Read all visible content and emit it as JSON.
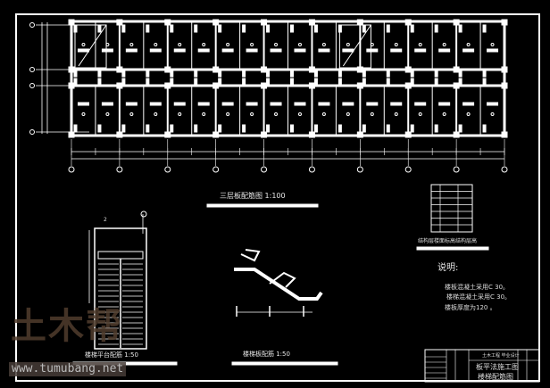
{
  "drawing": {
    "plan_title": "三层板配筋图 1:100",
    "platform_title": "楼梯平台配筋 1:50",
    "stair_slab_title": "楼梯板配筋 1:50",
    "table_caption": "结构层楼面标高结构层高",
    "notes_heading": "说明:",
    "notes": [
      "楼板混凝土采用C  30。",
      "楼梯混凝土采用C  30。",
      "楼板厚度为120  。"
    ],
    "stair_section_mark": "2"
  },
  "title_block": {
    "project": "土木工程 毕业设计",
    "sheet_title_1": "板平法施工图",
    "sheet_title_2": "楼梯配筋图"
  },
  "watermark": {
    "logo": "土木帮",
    "url": "www.tumubang.net"
  },
  "colors": {
    "background": "#000000",
    "lines": "#ffffff"
  }
}
